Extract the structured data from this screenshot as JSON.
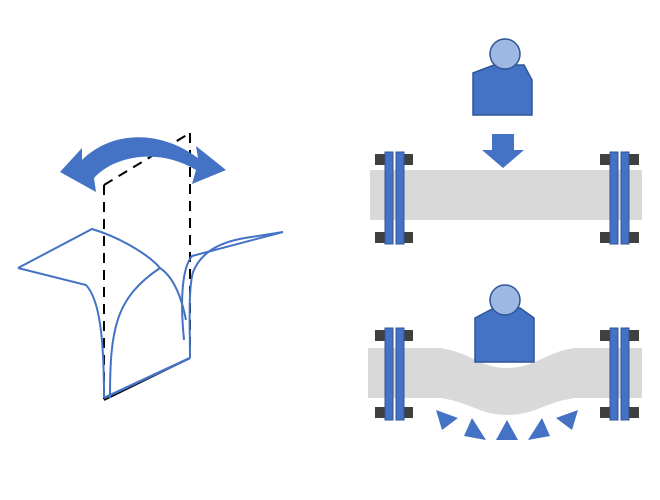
{
  "colors": {
    "accent_blue": "#4472C4",
    "blue_dark_outline": "#2F5597",
    "person_head_fill": "#9DB9E3",
    "pipe_gray": "#D9D9D9",
    "bolt_dark": "#404040",
    "line_black": "#000000",
    "background": "#FFFFFF"
  },
  "figures": {
    "left": {
      "icon": "folding-surface-with-rotation-arrow",
      "elements": [
        "curved-rotation-arrow",
        "dashed-vertical-plane",
        "folded-surface-outline"
      ]
    },
    "right_top": {
      "icon": "pipe-with-downward-force",
      "elements": [
        "person-figure",
        "down-arrow",
        "straight-pipe",
        "left-flange",
        "right-flange"
      ]
    },
    "right_bottom": {
      "icon": "pipe-bending-under-load",
      "elements": [
        "person-figure",
        "bent-pipe",
        "left-flange",
        "right-flange",
        "support-triangles"
      ],
      "support_triangle_count": 5
    }
  }
}
